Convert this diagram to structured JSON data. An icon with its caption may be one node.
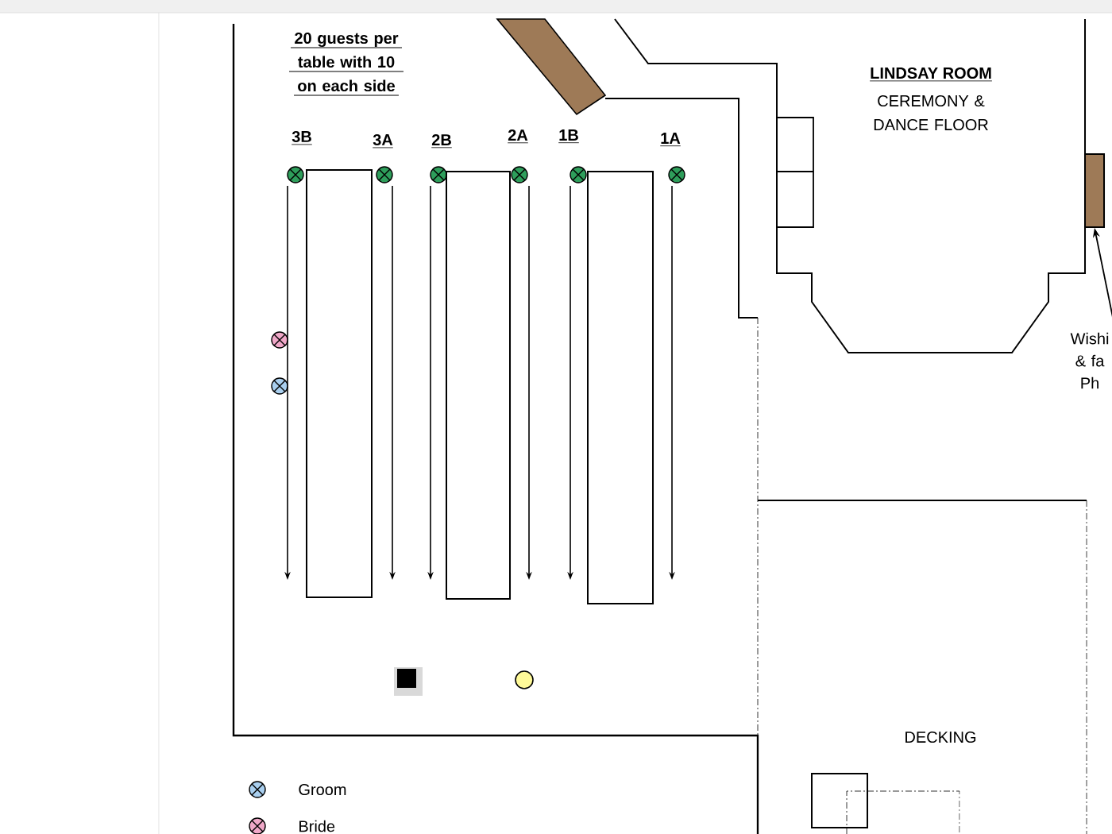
{
  "diagram": {
    "nodes": [
      {
        "text": [],
        "shape": "box"
      },
      {
        "text": [],
        "shape": "box"
      },
      {
        "text": [],
        "shape": "box"
      },
      {
        "text": [],
        "shape": "box"
      },
      {
        "text": [
          "Wishi & fa Ph"
        ]
      }
    ],
    "edges": [
      {
        "from": 4,
        "to": 3,
        "arrow": "to"
      }
    ],
    "labels": [
      "20 guests per table with 10 on each side",
      "3B",
      "3A",
      "2B",
      "2A",
      "1B",
      "1A",
      "LINDSAY ROOM",
      "CEREMONY & DANCE FLOOR",
      "DECKING"
    ],
    "legend": [
      {
        "text": "Groom"
      },
      {
        "text": "Bride"
      }
    ]
  }
}
